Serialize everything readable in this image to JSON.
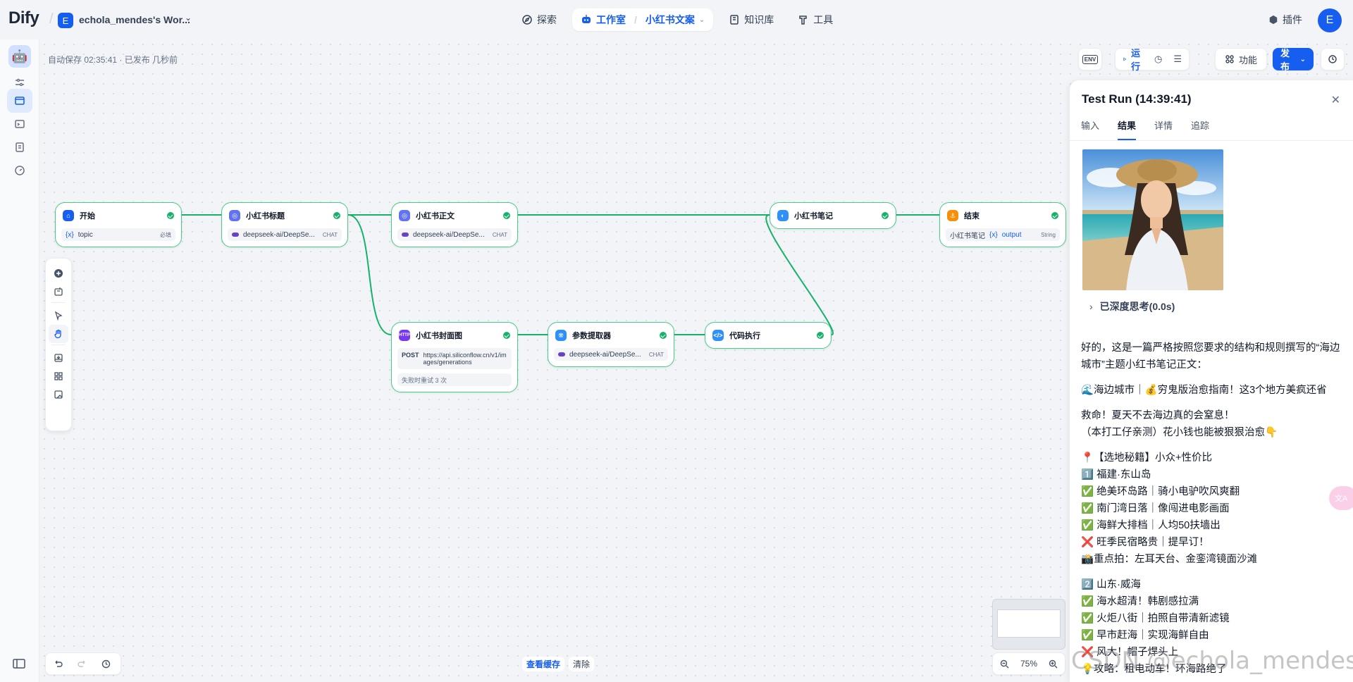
{
  "topbar": {
    "logo": "Dify",
    "workspace_initial": "E",
    "workspace_name": "echola_mendes's Wor...",
    "nav": [
      {
        "label": "探索",
        "icon": "compass-icon"
      },
      {
        "label": "工作室",
        "icon": "robot-icon"
      },
      {
        "label": "小红书文案"
      },
      {
        "label": "知识库",
        "icon": "book-icon"
      },
      {
        "label": "工具",
        "icon": "hammer-icon"
      }
    ],
    "plugins_label": "插件",
    "user_initial": "E"
  },
  "canvas": {
    "autosave": "自动保存 02:35:41 · 已发布 几秒前"
  },
  "toolbar": {
    "env": "ENV",
    "run": "运行",
    "features": "功能",
    "publish": "发布"
  },
  "nodes": {
    "start": {
      "title": "开始",
      "var": "topic",
      "required": "必填"
    },
    "title_llm": {
      "title": "小红书标题",
      "model": "deepseek-ai/DeepSe...",
      "tag": "CHAT"
    },
    "body_llm": {
      "title": "小红书正文",
      "model": "deepseek-ai/DeepSe...",
      "tag": "CHAT"
    },
    "note": {
      "title": "小红书笔记"
    },
    "end": {
      "title": "结束",
      "src": "小红书笔记",
      "var": "output",
      "type": "String"
    },
    "cover": {
      "title": "小红书封面图",
      "method": "POST",
      "url": "https://api.siliconflow.cn/v1/images/generations",
      "retry": "失败时重试 3 次"
    },
    "extract": {
      "title": "参数提取器",
      "model": "deepseek-ai/DeepSe...",
      "tag": "CHAT"
    },
    "code": {
      "title": "代码执行"
    }
  },
  "bottom": {
    "view_cache": "查看缓存",
    "clear": "清除",
    "zoom": "75%"
  },
  "panel": {
    "title": "Test Run (14:39:41)",
    "tabs": [
      "输入",
      "结果",
      "详情",
      "追踪"
    ],
    "active_tab": "结果",
    "thinking": "已深度思考(0.0s)",
    "lines": [
      "好的，这是一篇严格按照您要求的结构和规则撰写的“海边城市”主题小红书笔记正文：",
      "",
      "🌊海边城市｜💰穷鬼版治愈指南！这3个地方美疯还省",
      "",
      "救命！夏天不去海边真的会窒息！",
      "（本打工仔亲测）花小钱也能被狠狠治愈👇",
      "",
      "📍【选地秘籍】小众+性价比",
      "1️⃣ 福建·东山岛",
      "✅ 绝美环岛路｜骑小电驴吹风爽翻",
      "✅ 南门湾日落｜像闯进电影画面",
      "✅ 海鲜大排档｜人均50扶墙出",
      "❌ 旺季民宿略贵｜提早订！",
      "📸重点拍：左耳天台、金銮湾镜面沙滩",
      "",
      "2️⃣ 山东·威海",
      "✅ 海水超清！韩剧感拉满",
      "✅ 火炬八街｜拍照自带清新滤镜",
      "✅ 早市赶海｜实现海鲜自由",
      "❌ 风大！帽子焊头上",
      "💡攻略：租电动车！环海路绝了"
    ],
    "watermark": "CSDN @echola_mendes"
  }
}
